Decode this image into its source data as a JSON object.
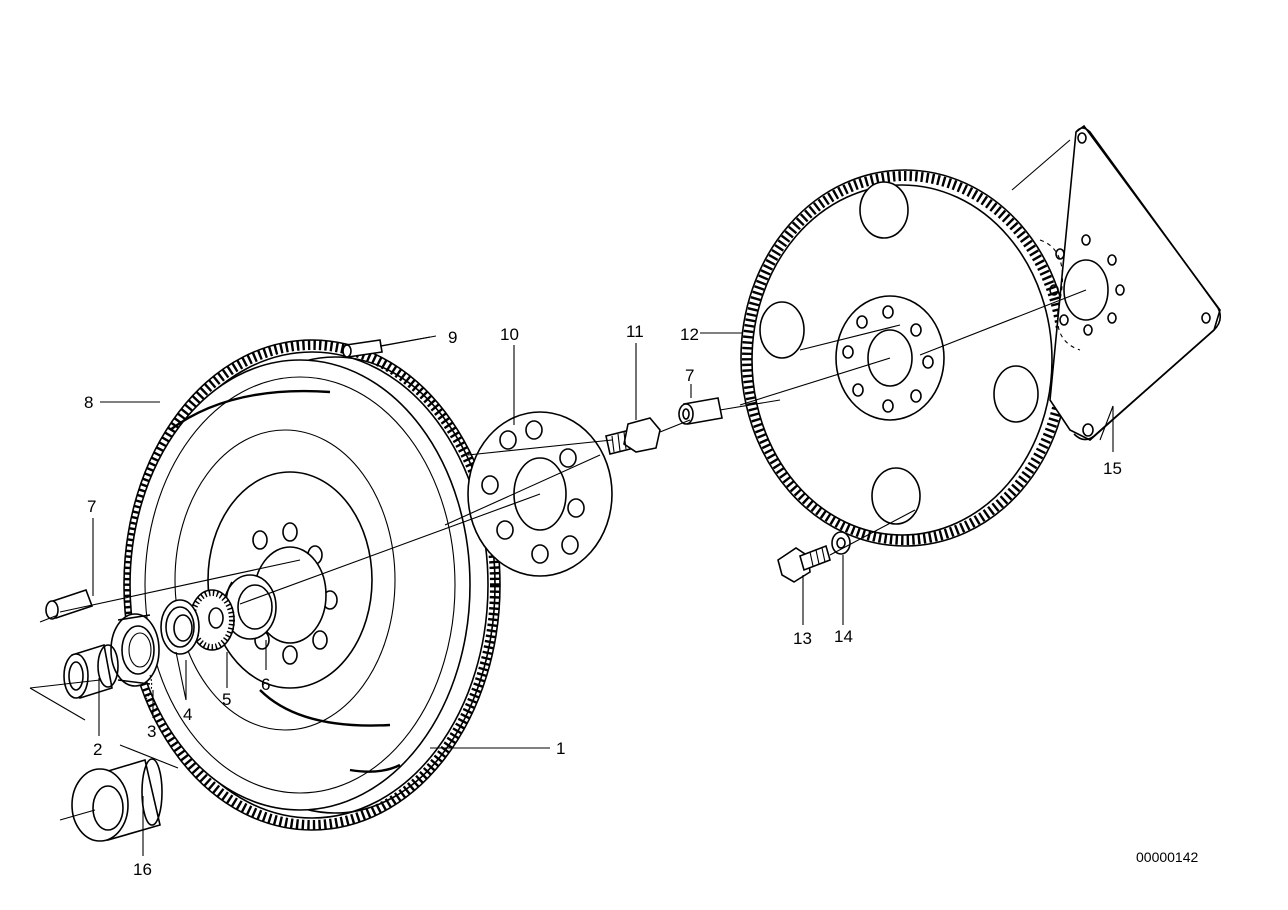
{
  "diagram": {
    "drawing_number": "00000142",
    "callouts": {
      "c1": "1",
      "c2": "2",
      "c3": "3",
      "c4": "4",
      "c5": "5",
      "c6": "6",
      "c7a": "7",
      "c7b": "7",
      "c8": "8",
      "c9": "9",
      "c10": "10",
      "c11": "11",
      "c12": "12",
      "c13": "13",
      "c14": "14",
      "c15": "15",
      "c16": "16"
    }
  }
}
